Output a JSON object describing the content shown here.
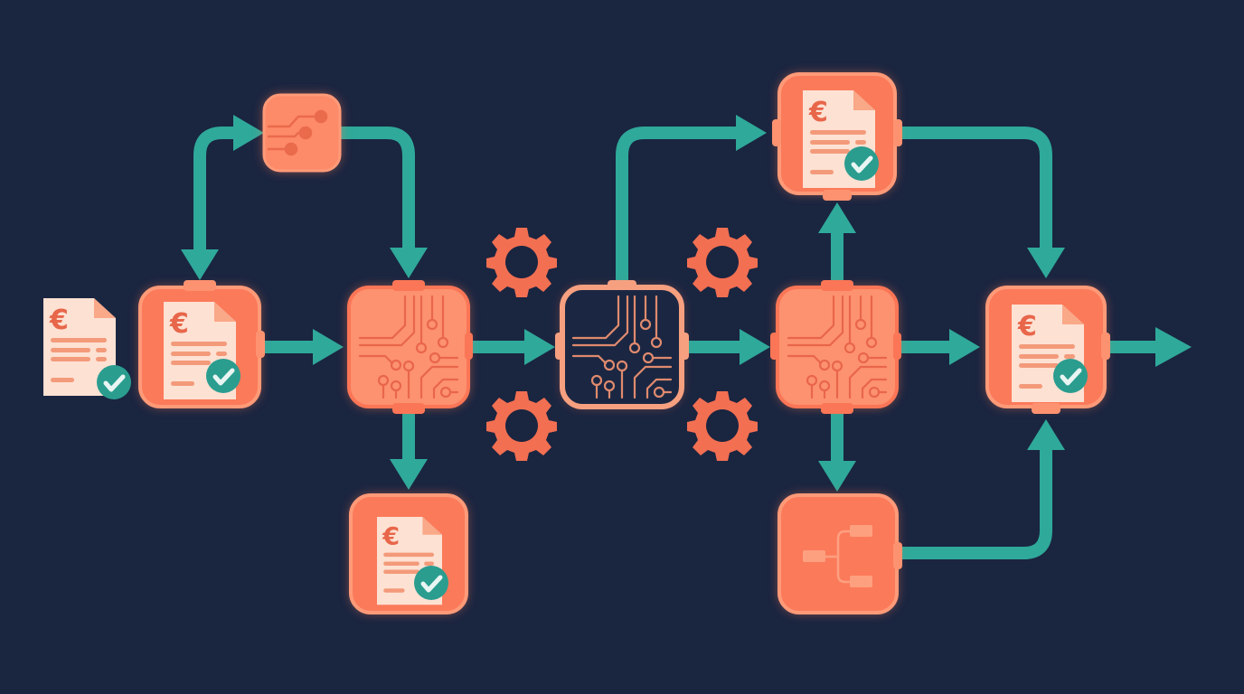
{
  "diagram": {
    "title": "",
    "colors": {
      "background": "#1a2540",
      "node_fill": "#fb7a5a",
      "node_border": "#ff9a78",
      "node_glow": "#ff7a55",
      "circuit_fill": "#fd9270",
      "circuit_trace": "#e9664a",
      "dark_node_fill": "#1b2742",
      "arrow": "#2fa99a",
      "doc_paper": "#fde1d3",
      "doc_fold": "#f9a888",
      "doc_lines": "#f39a7a",
      "euro": "#e8664a",
      "check_bg": "#2a9d8f",
      "check_mark": "#e8f5f2",
      "gear": "#f26f52"
    },
    "nodes": [
      {
        "id": "input-invoice",
        "type": "document",
        "icon": "euro-invoice-check-icon",
        "label": ""
      },
      {
        "id": "invoice-capture",
        "type": "invoice-node",
        "icon": "euro-invoice-check-icon",
        "label": ""
      },
      {
        "id": "data-extraction",
        "type": "small-circuit-node",
        "icon": "circuit-branch-icon",
        "label": ""
      },
      {
        "id": "processor-1",
        "type": "circuit-node",
        "icon": "circuit-chip-icon",
        "label": ""
      },
      {
        "id": "validated-invoice-1",
        "type": "invoice-node",
        "icon": "euro-invoice-check-icon",
        "label": ""
      },
      {
        "id": "processor-core",
        "type": "dark-circuit-node",
        "icon": "circuit-chip-icon",
        "label": ""
      },
      {
        "id": "processor-2",
        "type": "circuit-node",
        "icon": "circuit-chip-icon",
        "label": ""
      },
      {
        "id": "validated-invoice-2",
        "type": "invoice-node",
        "icon": "euro-invoice-check-icon",
        "label": ""
      },
      {
        "id": "routing-tree",
        "type": "tree-node",
        "icon": "hierarchy-tree-icon",
        "label": ""
      },
      {
        "id": "output-invoice",
        "type": "invoice-node",
        "icon": "euro-invoice-check-icon",
        "label": ""
      }
    ],
    "gears": [
      {
        "id": "gear-top-left",
        "icon": "gear-icon"
      },
      {
        "id": "gear-bottom-left",
        "icon": "gear-icon"
      },
      {
        "id": "gear-top-right",
        "icon": "gear-icon"
      },
      {
        "id": "gear-bottom-right",
        "icon": "gear-icon"
      }
    ],
    "edges": [
      {
        "from": "input-invoice",
        "to": "invoice-capture",
        "style": "none"
      },
      {
        "from": "invoice-capture",
        "to": "data-extraction",
        "style": "bidirectional-elbow"
      },
      {
        "from": "data-extraction",
        "to": "processor-1",
        "style": "elbow"
      },
      {
        "from": "invoice-capture",
        "to": "processor-1",
        "style": "straight"
      },
      {
        "from": "processor-1",
        "to": "validated-invoice-1",
        "style": "straight"
      },
      {
        "from": "processor-1",
        "to": "processor-core",
        "style": "straight"
      },
      {
        "from": "processor-core",
        "to": "validated-invoice-2",
        "style": "elbow"
      },
      {
        "from": "processor-core",
        "to": "processor-2",
        "style": "straight"
      },
      {
        "from": "processor-2",
        "to": "validated-invoice-2",
        "style": "straight"
      },
      {
        "from": "processor-2",
        "to": "routing-tree",
        "style": "straight"
      },
      {
        "from": "processor-2",
        "to": "output-invoice",
        "style": "straight"
      },
      {
        "from": "validated-invoice-2",
        "to": "output-invoice",
        "style": "elbow"
      },
      {
        "from": "routing-tree",
        "to": "output-invoice",
        "style": "elbow"
      },
      {
        "from": "output-invoice",
        "to": "exit",
        "style": "straight"
      }
    ],
    "euro_symbol": "€",
    "check_symbol": "✓"
  }
}
